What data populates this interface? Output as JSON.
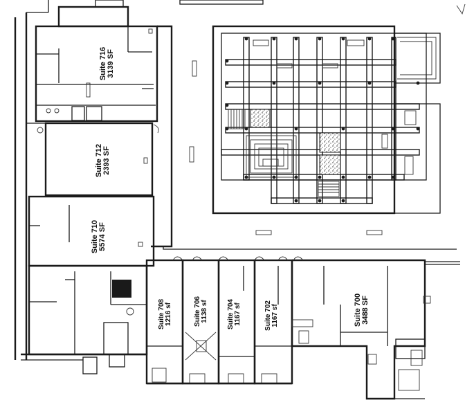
{
  "suites": [
    {
      "id": "716",
      "name": "Suite 716",
      "area": "3139 SF"
    },
    {
      "id": "712",
      "name": "Suite 712",
      "area": "2393 SF"
    },
    {
      "id": "710",
      "name": "Suite 710",
      "area": "5574 SF"
    },
    {
      "id": "708",
      "name": "Suite 708",
      "area": "1216 sf"
    },
    {
      "id": "706",
      "name": "Suite 706",
      "area": "1138 sf"
    },
    {
      "id": "704",
      "name": "Suite 704",
      "area": "1167 sf"
    },
    {
      "id": "702",
      "name": "Suite 702",
      "area": "1167 sf"
    },
    {
      "id": "700",
      "name": "Suite 700",
      "area": "3488 SF"
    }
  ],
  "colors": {
    "line": "#1a1a1a",
    "paper": "#ffffff",
    "hatch": "#222222"
  }
}
